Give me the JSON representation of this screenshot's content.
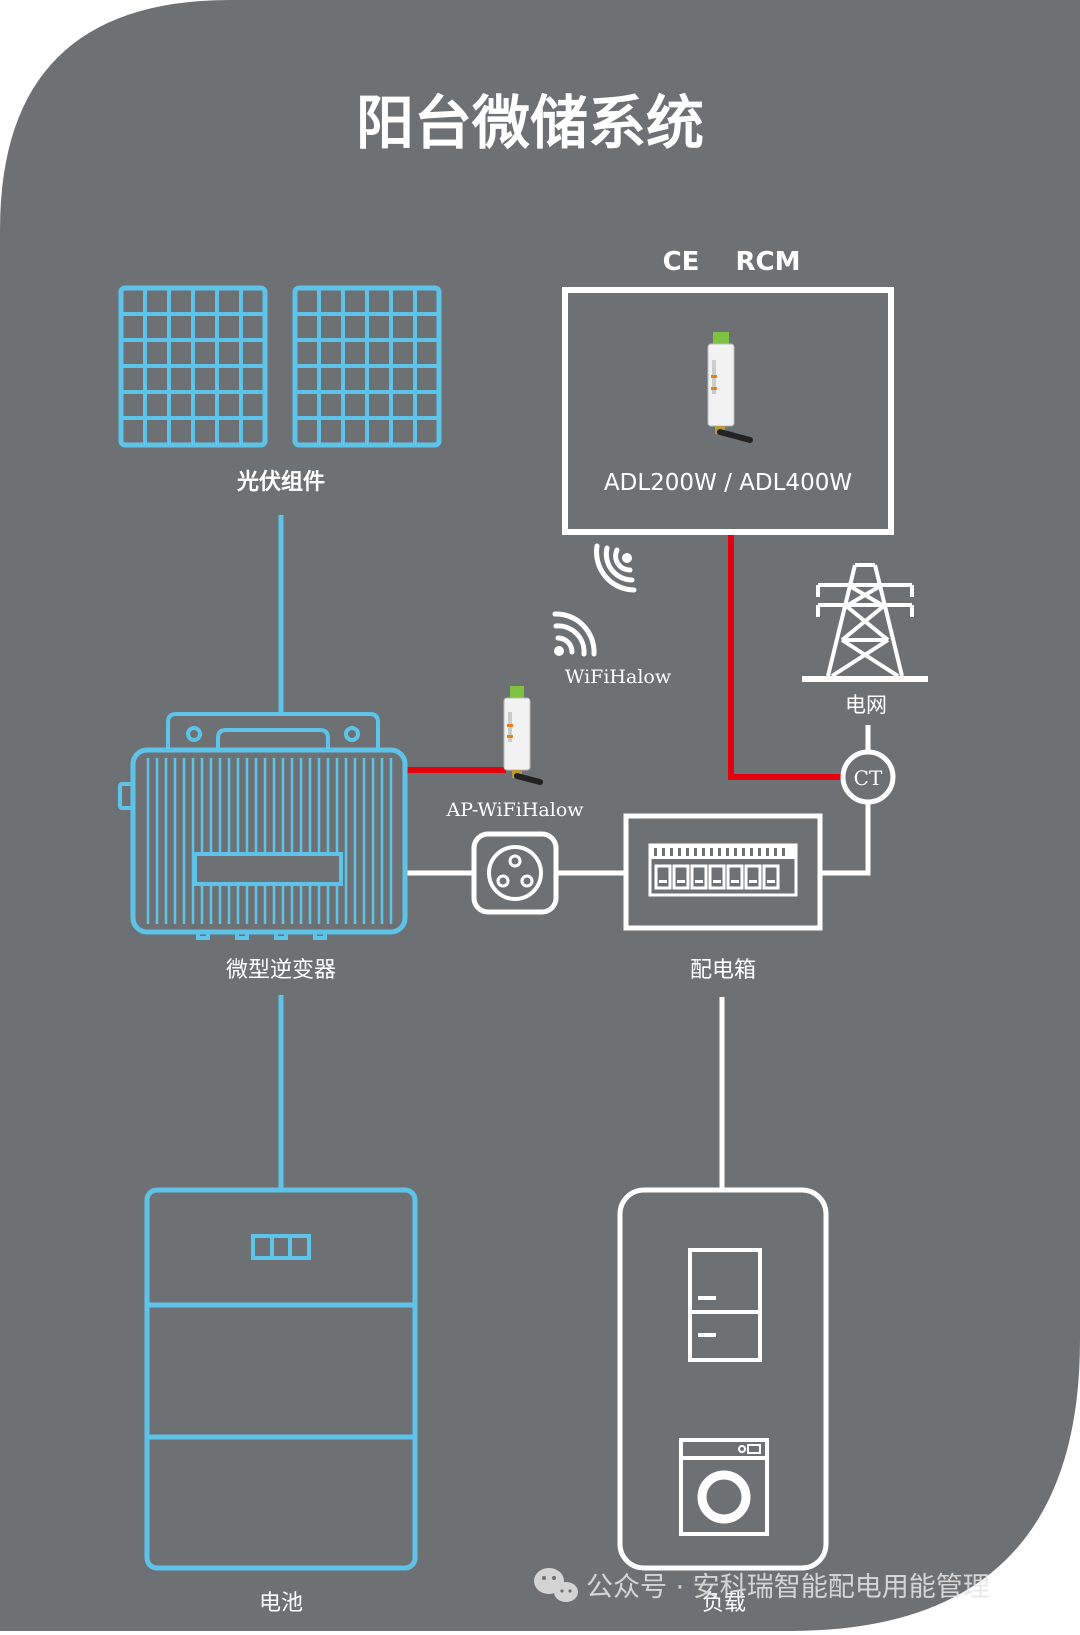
{
  "title": "阳台微储系统",
  "certifications": [
    "CE",
    "RCM"
  ],
  "meter": {
    "model": "ADL200W / ADL400W"
  },
  "labels": {
    "solar": "光伏组件",
    "grid": "电网",
    "ct": "CT",
    "wifi": "WiFiHalow",
    "ap": "AP-WiFiHalow",
    "inverter": "微型逆变器",
    "distribution_box": "配电箱",
    "battery": "电池",
    "load": "负载"
  },
  "watermark": "公众号 · 安科瑞智能配电用能管理",
  "colors": {
    "background": "#6e7173",
    "outline_blue": "#5ec3e8",
    "white": "#ffffff",
    "power_red": "#e3000f",
    "module_green": "#7ec242"
  }
}
